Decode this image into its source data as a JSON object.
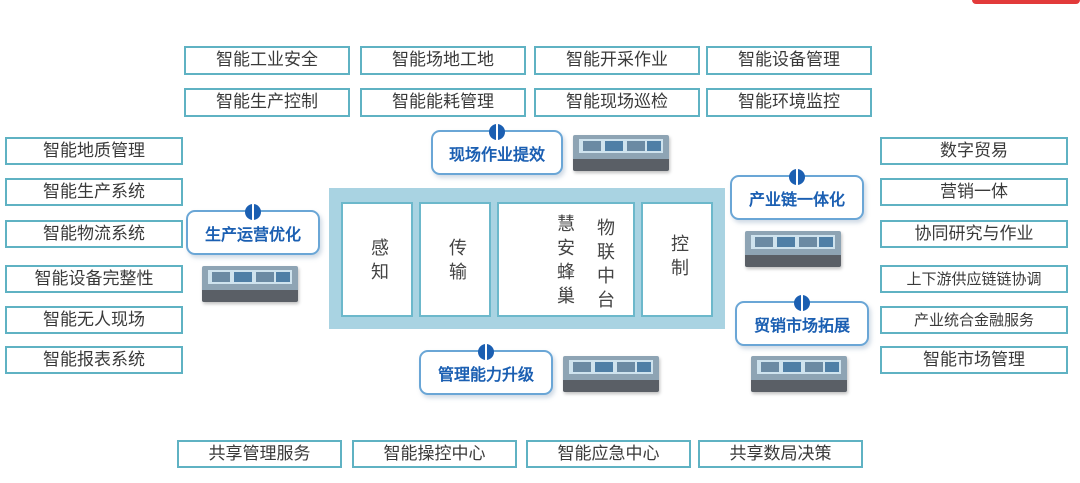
{
  "top_row1": [
    "智能工业安全",
    "智能场地工地",
    "智能开采作业",
    "智能设备管理"
  ],
  "top_row2": [
    "智能生产控制",
    "智能能耗管理",
    "智能现场巡检",
    "智能环境监控"
  ],
  "left_col": [
    "智能地质管理",
    "智能生产系统",
    "智能物流系统",
    "智能设备完整性",
    "智能无人现场",
    "智能报表系统"
  ],
  "right_col": [
    "数字贸易",
    "营销一体",
    "协同研究与作业",
    "上下游供应链链协调",
    "产业统合金融服务",
    "智能市场管理"
  ],
  "bottom_row": [
    "共享管理服务",
    "智能操控中心",
    "智能应急中心",
    "共享数局决策"
  ],
  "badges": {
    "top": "现场作业提效",
    "left": "生产运营优化",
    "bottom": "管理能力升级",
    "right_top": "产业链一体化",
    "right_bottom": "贸销市场拓展"
  },
  "core": {
    "sense": "感知",
    "transmit": "传输",
    "platform_a": "慧安蜂巢",
    "platform_b": "物联中台",
    "control": "控制"
  },
  "colors": {
    "border": "#5fb2c3",
    "core_bg": "#a9d3e2",
    "badge_text": "#1b5fb2",
    "accent_bar": "#e23a3a"
  }
}
